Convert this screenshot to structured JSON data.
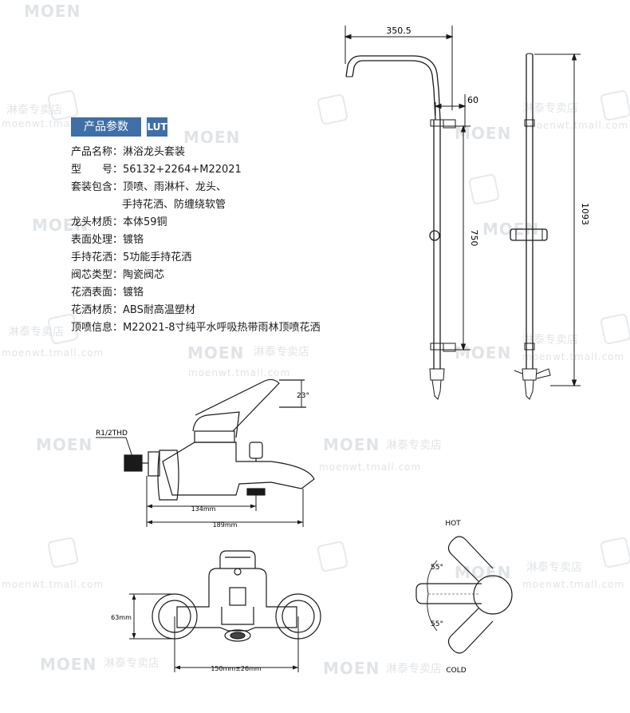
{
  "header": {
    "title": "产品参数",
    "logo_mark": "LUT"
  },
  "specs": [
    {
      "label": "产品名称：",
      "value": "淋浴龙头套装"
    },
    {
      "label": "型　　号：",
      "value": "56132+2264+M22021"
    },
    {
      "label": "套装包含：",
      "value": "顶喷、雨淋杆、龙头、"
    },
    {
      "label": "",
      "value": "手持花洒、防缠绕软管"
    },
    {
      "label": "龙头材质：",
      "value": "本体59铜"
    },
    {
      "label": "表面处理：",
      "value": "镀铬"
    },
    {
      "label": "手持花洒：",
      "value": "5功能手持花洒"
    },
    {
      "label": "阀芯类型：",
      "value": "陶瓷阀芯"
    },
    {
      "label": "花洒表面：",
      "value": "镀铬"
    },
    {
      "label": "花洒材质：",
      "value": "ABS耐高温塑材"
    },
    {
      "label": "顶喷信息：",
      "value": "M22021-8寸纯平水呼吸热带雨林顶喷花洒"
    }
  ],
  "dimensions": {
    "shower_reach": "350.5",
    "wall_offset": "60",
    "bracket_spacing": "750",
    "rail_height": "1093",
    "lever_angle": "23°",
    "thread": "R1/2THD",
    "spout_length": "134mm",
    "overall_length": "189mm",
    "body_height": "63mm",
    "center_distance": "150mm±26mm",
    "hot_angle": "55°",
    "cold_angle": "55°"
  },
  "handle_labels": {
    "hot": "HOT",
    "cold": "COLD"
  },
  "watermark": {
    "brand": "MOEN",
    "shop": "淋泰专卖店",
    "url": "moenwt.tmall.com"
  }
}
